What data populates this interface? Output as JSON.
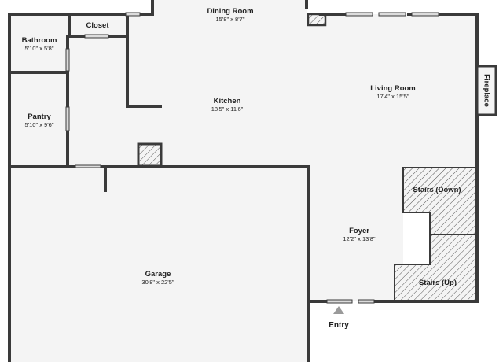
{
  "colors": {
    "wall": "#3a3a3a",
    "floor": "#f4f4f4",
    "background": "#ffffff",
    "window": "#dcdcdc",
    "hatch": "#555555",
    "entry_arrow": "#9a9a9a"
  },
  "rooms": {
    "dining_room": {
      "name": "Dining Room",
      "dims": "15'8\" x 8'7\""
    },
    "closet": {
      "name": "Closet"
    },
    "bathroom": {
      "name": "Bathroom",
      "dims": "5'10\" x 5'8\""
    },
    "pantry": {
      "name": "Pantry",
      "dims": "5'10\" x 9'6\""
    },
    "kitchen": {
      "name": "Kitchen",
      "dims": "18'5\" x 11'6\""
    },
    "living_room": {
      "name": "Living Room",
      "dims": "17'4\" x 15'5\""
    },
    "fireplace": {
      "name": "Fireplace"
    },
    "stairs_down": {
      "name": "Stairs (Down)"
    },
    "stairs_up": {
      "name": "Stairs (Up)"
    },
    "foyer": {
      "name": "Foyer",
      "dims": "12'2\" x 13'8\""
    },
    "garage": {
      "name": "Garage",
      "dims": "30'8\" x 22'5\""
    }
  },
  "entry": {
    "label": "Entry",
    "icon": "entry-arrow-icon"
  }
}
